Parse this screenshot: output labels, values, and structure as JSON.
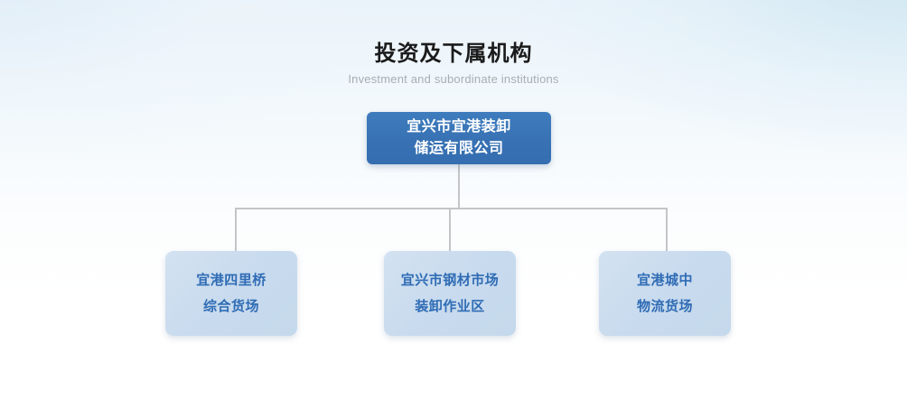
{
  "heading": {
    "title": "投资及下属机构",
    "subtitle": "Investment and subordinate institutions"
  },
  "colors": {
    "root_fill": "#3872b4",
    "root_text": "#ffffff",
    "child_fill": "#c9dbee",
    "child_text": "#2f6cb5",
    "connector": "#c3c5c7",
    "title_text": "#1b1b1b",
    "subtitle_text": "#a9adb1",
    "background_top": "#eaf3fa",
    "background_bottom": "#ffffff"
  },
  "org_chart": {
    "root": {
      "id": "root",
      "name": "宜兴市宜港装卸储运有限公司",
      "lines": [
        "宜兴市宜港装卸",
        "储运有限公司"
      ]
    },
    "children": [
      {
        "id": "child-0",
        "name": "宜港四里桥综合货场",
        "lines": [
          "宜港四里桥",
          "综合货场"
        ]
      },
      {
        "id": "child-1",
        "name": "宜兴市钢材市场装卸作业区",
        "lines": [
          "宜兴市钢材市场",
          "装卸作业区"
        ]
      },
      {
        "id": "child-2",
        "name": "宜港城中物流货场",
        "lines": [
          "宜港城中",
          "物流货场"
        ]
      }
    ]
  }
}
